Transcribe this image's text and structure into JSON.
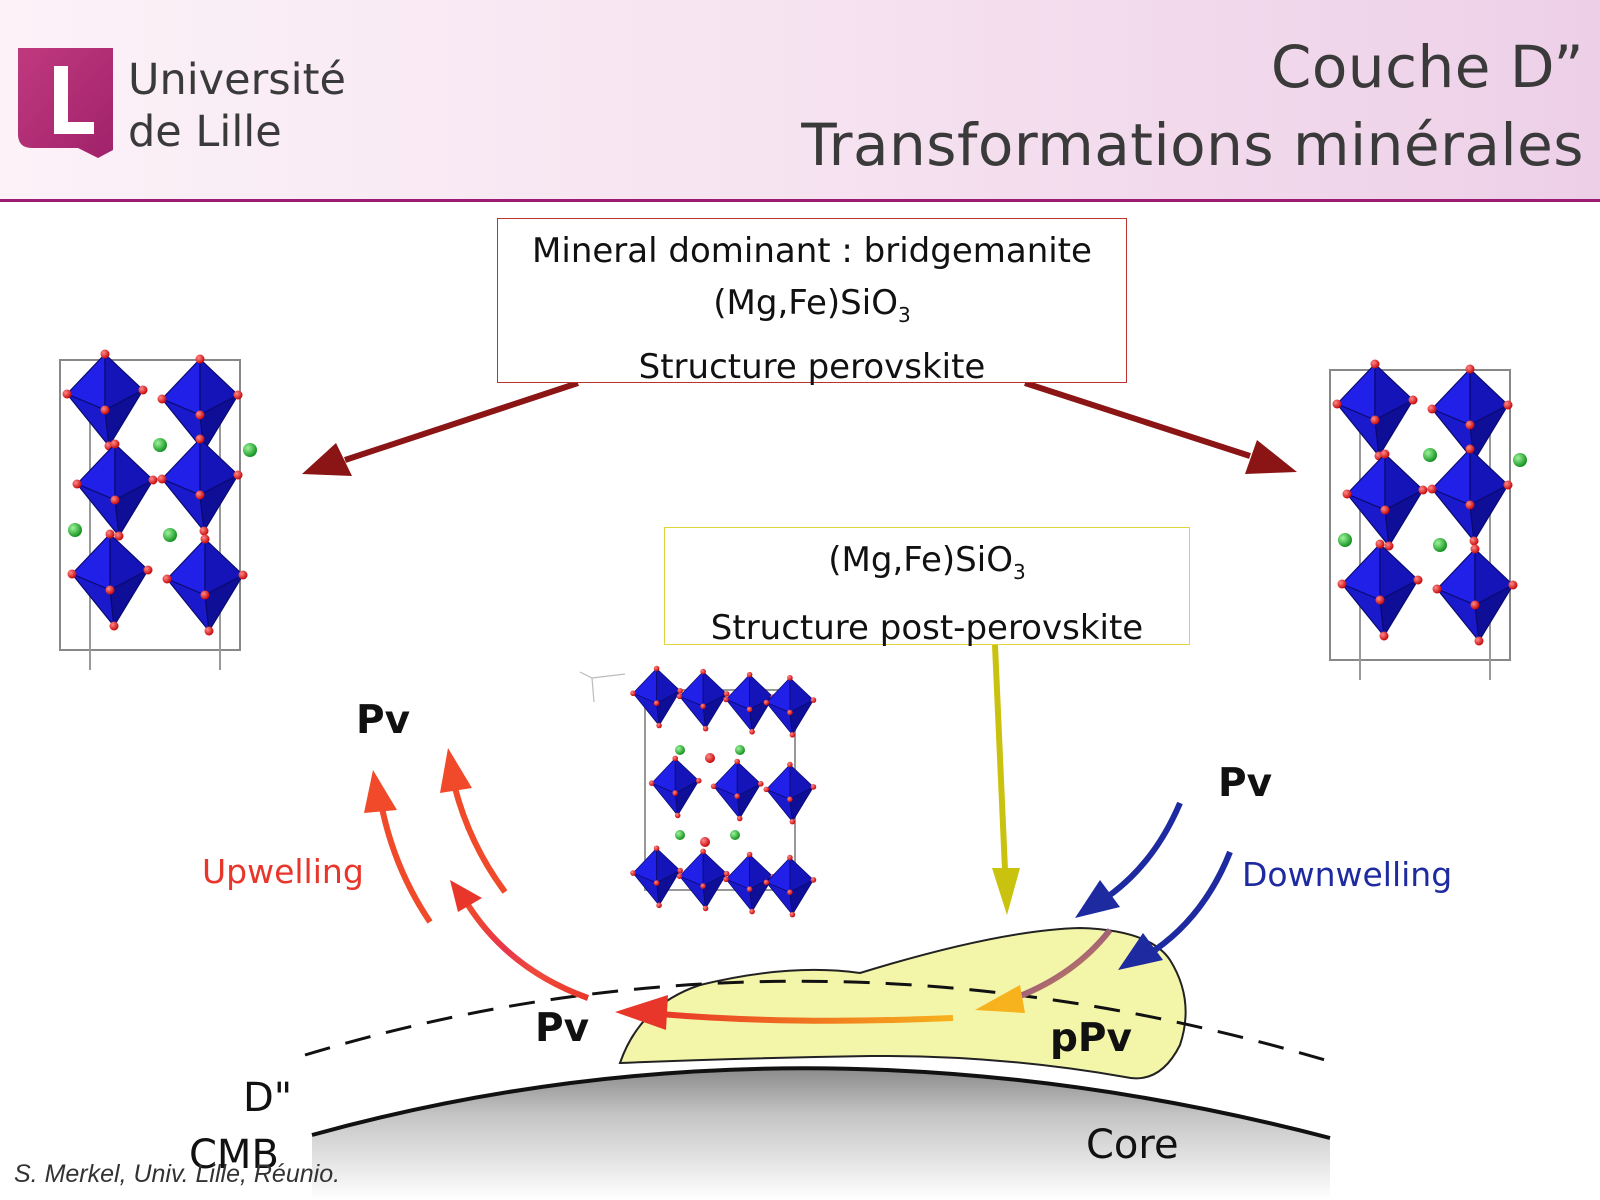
{
  "header": {
    "university_line1": "Université",
    "university_line2": "de Lille",
    "title_line1": "Couche D”",
    "title_line2": "Transformations minérales"
  },
  "box_perovskite": {
    "line1": "Mineral dominant : bridgemanite",
    "formula": "(Mg,Fe)SiO",
    "formula_sub": "3",
    "line3": "Structure perovskite"
  },
  "box_post_perovskite": {
    "formula": "(Mg,Fe)SiO",
    "formula_sub": "3",
    "line2": "Structure post-perovskite"
  },
  "diagram_labels": {
    "pv_top_left": "Pv",
    "upwelling": "Upwelling",
    "pv_right": "Pv",
    "downwelling": "Downwelling",
    "pv_bottom": "Pv",
    "ppv": "pPv",
    "d_double_prime": "D\"",
    "cmb": "CMB",
    "core": "Core"
  },
  "footer": {
    "credit": "S. Merkel, Univ. Lille, Réunio."
  },
  "colors": {
    "brand": "#b32c79",
    "arrow_dark_red": "#8b1414",
    "arrow_yellow": "#c9c20f",
    "upwelling": "#e8362a",
    "downwelling": "#1e2aa0",
    "ppv_region": "#f3f5a8",
    "octahedra": "#1a1ad6",
    "oxygen": "#e01010",
    "cation": "#19b524"
  }
}
